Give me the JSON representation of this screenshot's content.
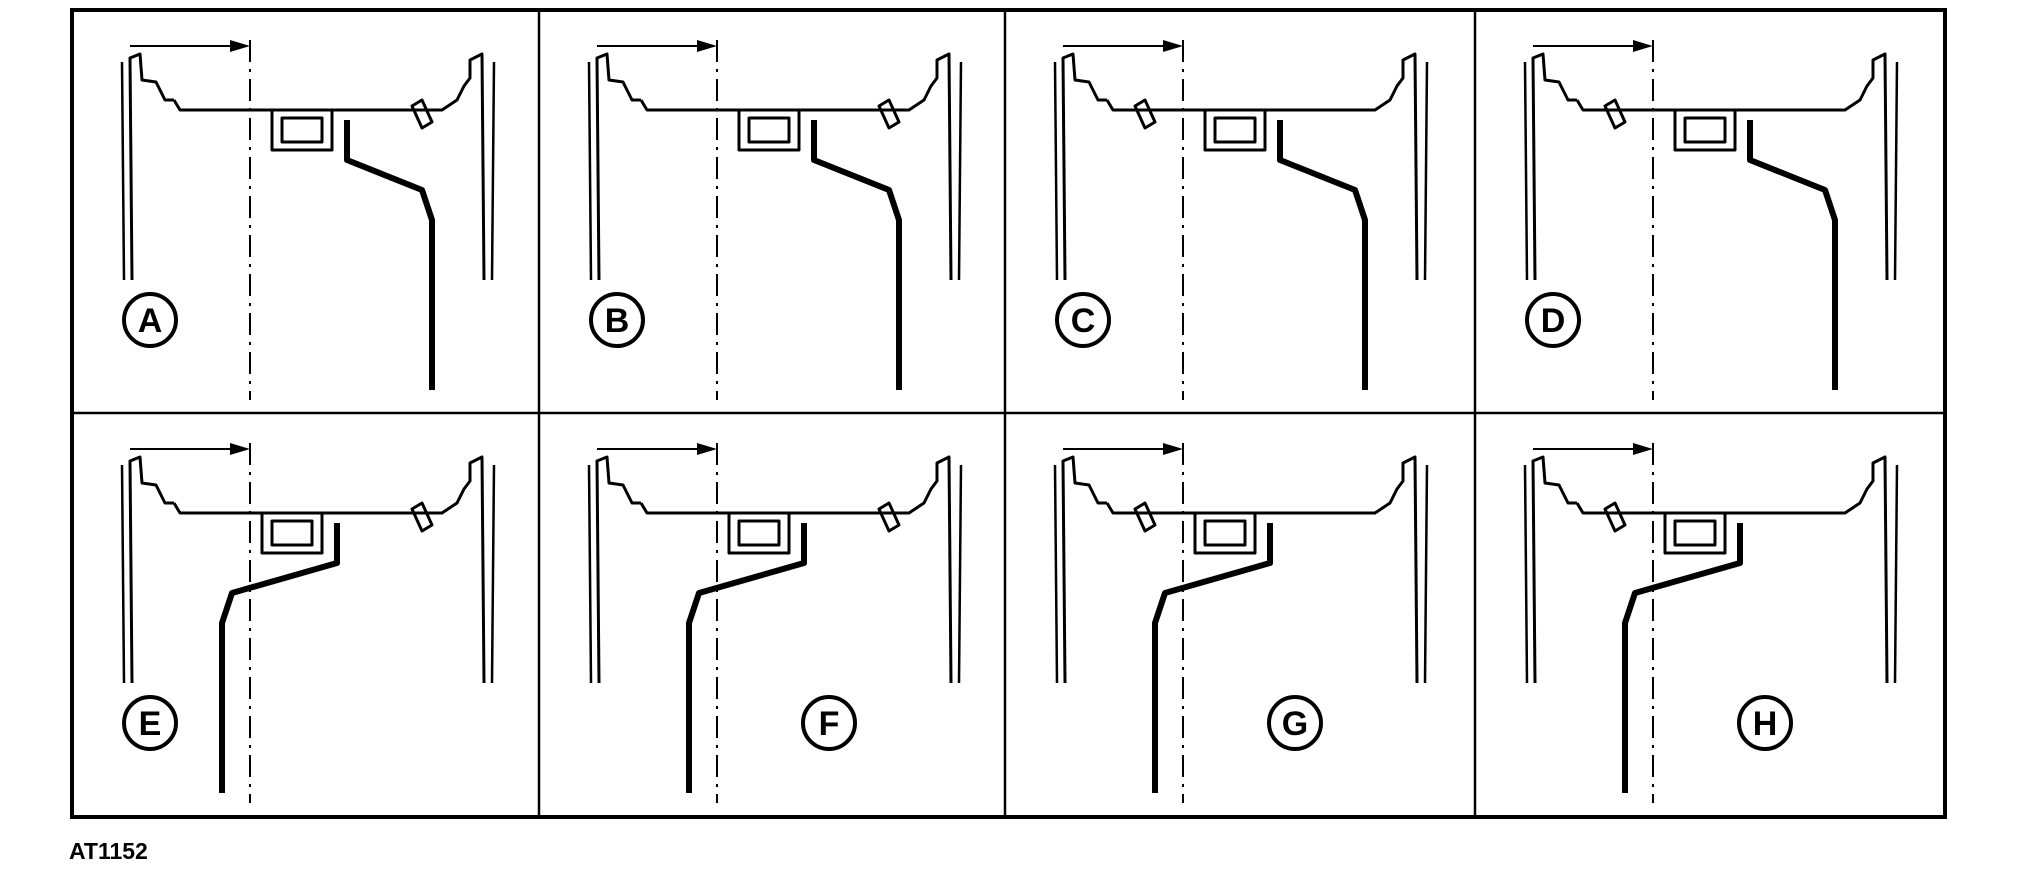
{
  "figure": {
    "code": "AT1152",
    "panels": [
      {
        "label": "A",
        "valve_side": "right",
        "disc_side": "right",
        "badge_side": "left"
      },
      {
        "label": "B",
        "valve_side": "right",
        "disc_side": "right",
        "badge_side": "left"
      },
      {
        "label": "C",
        "valve_side": "left",
        "disc_side": "right",
        "badge_side": "left"
      },
      {
        "label": "D",
        "valve_side": "left",
        "disc_side": "right",
        "badge_side": "left"
      },
      {
        "label": "E",
        "valve_side": "right",
        "disc_side": "left",
        "badge_side": "left"
      },
      {
        "label": "F",
        "valve_side": "right",
        "disc_side": "left",
        "badge_side": "right"
      },
      {
        "label": "G",
        "valve_side": "left",
        "disc_side": "left",
        "badge_side": "right"
      },
      {
        "label": "H",
        "valve_side": "left",
        "disc_side": "left",
        "badge_side": "right"
      }
    ]
  }
}
